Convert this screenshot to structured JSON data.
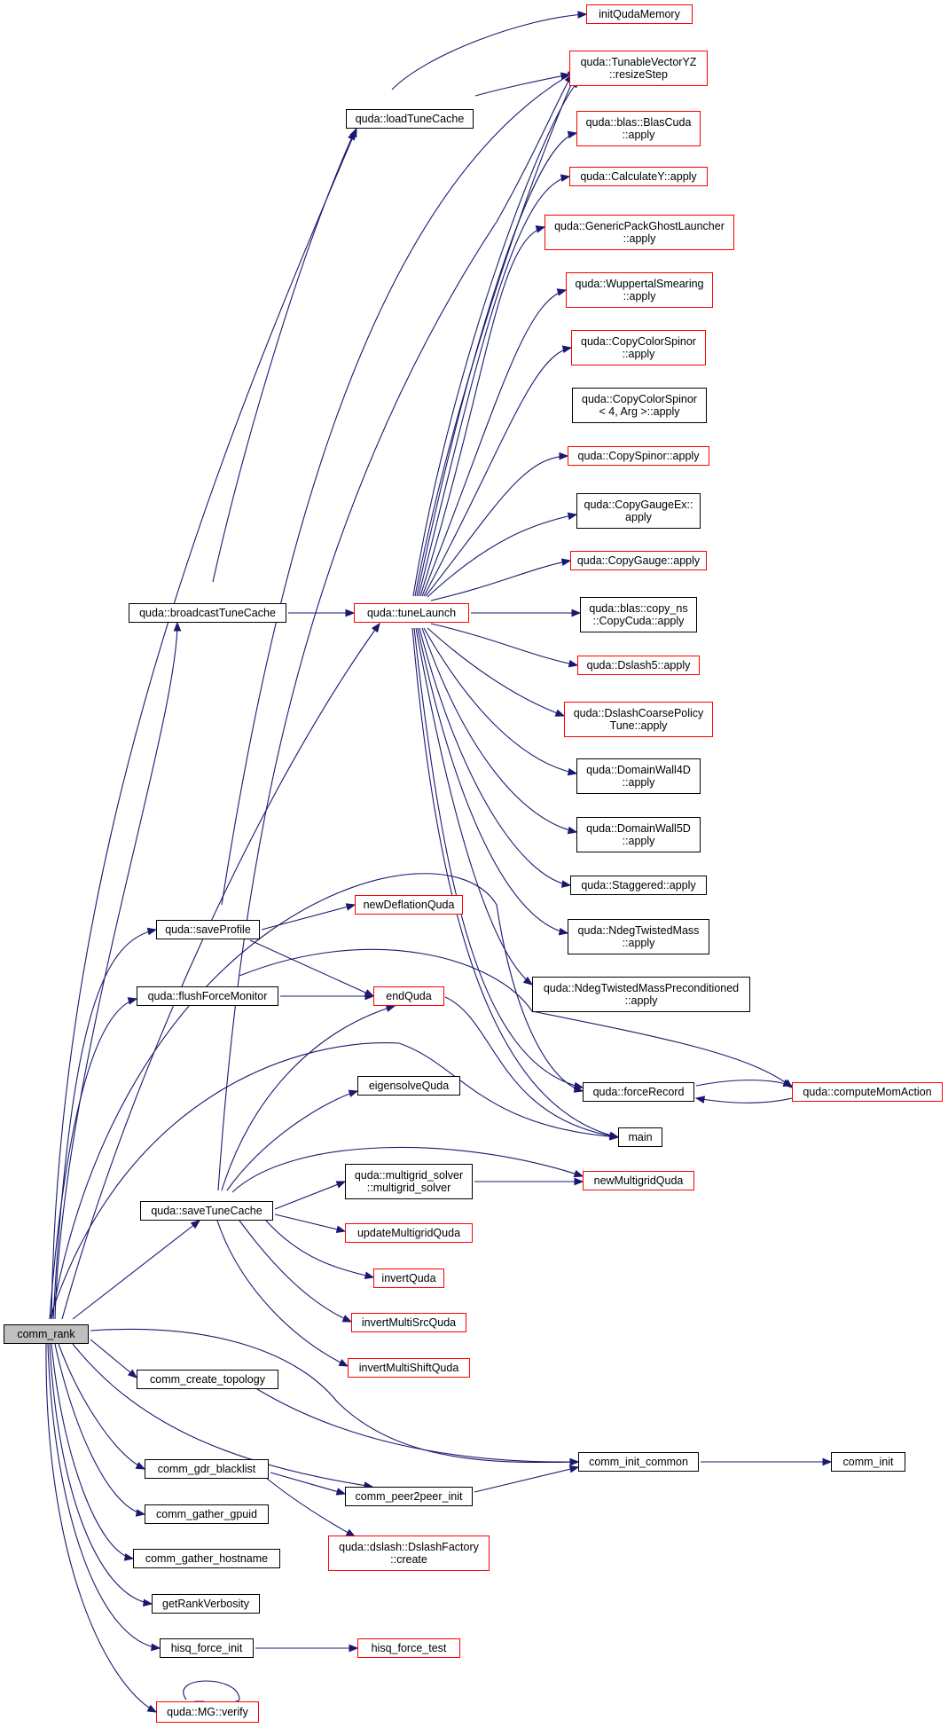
{
  "colors": {
    "edge": "#191970",
    "border_default": "#000000",
    "border_truncated": "#ff0000",
    "root_fill": "#bfbfbf"
  },
  "nodes": [
    {
      "id": "comm_rank",
      "label": "comm_rank",
      "style": "root"
    },
    {
      "id": "loadTuneCache",
      "label": "quda::loadTuneCache",
      "style": "normal"
    },
    {
      "id": "broadcastTuneCache",
      "label": "quda::broadcastTuneCache",
      "style": "normal"
    },
    {
      "id": "tuneLaunch",
      "label": "quda::tuneLaunch",
      "style": "truncated"
    },
    {
      "id": "saveProfile",
      "label": "quda::saveProfile",
      "style": "normal"
    },
    {
      "id": "flushForceMonitor",
      "label": "quda::flushForceMonitor",
      "style": "normal"
    },
    {
      "id": "saveTuneCache",
      "label": "quda::saveTuneCache",
      "style": "normal"
    },
    {
      "id": "comm_create_topology",
      "label": "comm_create_topology",
      "style": "normal"
    },
    {
      "id": "comm_gdr_blacklist",
      "label": "comm_gdr_blacklist",
      "style": "normal"
    },
    {
      "id": "comm_gather_gpuid",
      "label": "comm_gather_gpuid",
      "style": "normal"
    },
    {
      "id": "comm_gather_hostname",
      "label": "comm_gather_hostname",
      "style": "normal"
    },
    {
      "id": "getRankVerbosity",
      "label": "getRankVerbosity",
      "style": "normal"
    },
    {
      "id": "hisq_force_init",
      "label": "hisq_force_init",
      "style": "normal"
    },
    {
      "id": "MG_verify",
      "label": "quda::MG::verify",
      "style": "truncated"
    },
    {
      "id": "initQudaMemory",
      "label": "initQudaMemory",
      "style": "truncated"
    },
    {
      "id": "resizeStep",
      "label": "quda::TunableVectorYZ\n::resizeStep",
      "style": "truncated"
    },
    {
      "id": "BlasCuda",
      "label": "quda::blas::BlasCuda\n::apply",
      "style": "truncated"
    },
    {
      "id": "CalculateY",
      "label": "quda::CalculateY::apply",
      "style": "truncated"
    },
    {
      "id": "GenericPackGhost",
      "label": "quda::GenericPackGhostLauncher\n::apply",
      "style": "truncated"
    },
    {
      "id": "Wuppertal",
      "label": "quda::WuppertalSmearing\n::apply",
      "style": "truncated"
    },
    {
      "id": "CopyColorSpinor",
      "label": "quda::CopyColorSpinor\n::apply",
      "style": "truncated"
    },
    {
      "id": "CopyColorSpinor4",
      "label": "quda::CopyColorSpinor\n< 4, Arg >::apply",
      "style": "normal"
    },
    {
      "id": "CopySpinor",
      "label": "quda::CopySpinor::apply",
      "style": "truncated"
    },
    {
      "id": "CopyGaugeEx",
      "label": "quda::CopyGaugeEx::\napply",
      "style": "normal"
    },
    {
      "id": "CopyGauge",
      "label": "quda::CopyGauge::apply",
      "style": "truncated"
    },
    {
      "id": "copy_ns",
      "label": "quda::blas::copy_ns\n::CopyCuda::apply",
      "style": "normal"
    },
    {
      "id": "Dslash5",
      "label": "quda::Dslash5::apply",
      "style": "truncated"
    },
    {
      "id": "DslashCoarse",
      "label": "quda::DslashCoarsePolicy\nTune::apply",
      "style": "truncated"
    },
    {
      "id": "DomainWall4D",
      "label": "quda::DomainWall4D\n::apply",
      "style": "normal"
    },
    {
      "id": "DomainWall5D",
      "label": "quda::DomainWall5D\n::apply",
      "style": "normal"
    },
    {
      "id": "Staggered",
      "label": "quda::Staggered::apply",
      "style": "normal"
    },
    {
      "id": "NdegTM",
      "label": "quda::NdegTwistedMass\n::apply",
      "style": "normal"
    },
    {
      "id": "NdegTMPre",
      "label": "quda::NdegTwistedMassPreconditioned\n::apply",
      "style": "normal"
    },
    {
      "id": "newDeflationQuda",
      "label": "newDeflationQuda",
      "style": "truncated"
    },
    {
      "id": "endQuda",
      "label": "endQuda",
      "style": "truncated"
    },
    {
      "id": "forceRecord",
      "label": "quda::forceRecord",
      "style": "normal"
    },
    {
      "id": "computeMomAction",
      "label": "quda::computeMomAction",
      "style": "truncated"
    },
    {
      "id": "main",
      "label": "main",
      "style": "normal"
    },
    {
      "id": "eigensolveQuda",
      "label": "eigensolveQuda",
      "style": "normal"
    },
    {
      "id": "mg_solver",
      "label": "quda::multigrid_solver\n::multigrid_solver",
      "style": "normal"
    },
    {
      "id": "newMultigridQuda",
      "label": "newMultigridQuda",
      "style": "truncated"
    },
    {
      "id": "updateMultigridQuda",
      "label": "updateMultigridQuda",
      "style": "truncated"
    },
    {
      "id": "invertQuda",
      "label": "invertQuda",
      "style": "truncated"
    },
    {
      "id": "invertMultiSrcQuda",
      "label": "invertMultiSrcQuda",
      "style": "truncated"
    },
    {
      "id": "invertMultiShiftQuda",
      "label": "invertMultiShiftQuda",
      "style": "truncated"
    },
    {
      "id": "comm_init_common",
      "label": "comm_init_common",
      "style": "normal"
    },
    {
      "id": "comm_init",
      "label": "comm_init",
      "style": "normal"
    },
    {
      "id": "comm_peer2peer_init",
      "label": "comm_peer2peer_init",
      "style": "normal"
    },
    {
      "id": "DslashFactory",
      "label": "quda::dslash::DslashFactory\n::create",
      "style": "truncated"
    },
    {
      "id": "hisq_force_test",
      "label": "hisq_force_test",
      "style": "truncated"
    }
  ]
}
